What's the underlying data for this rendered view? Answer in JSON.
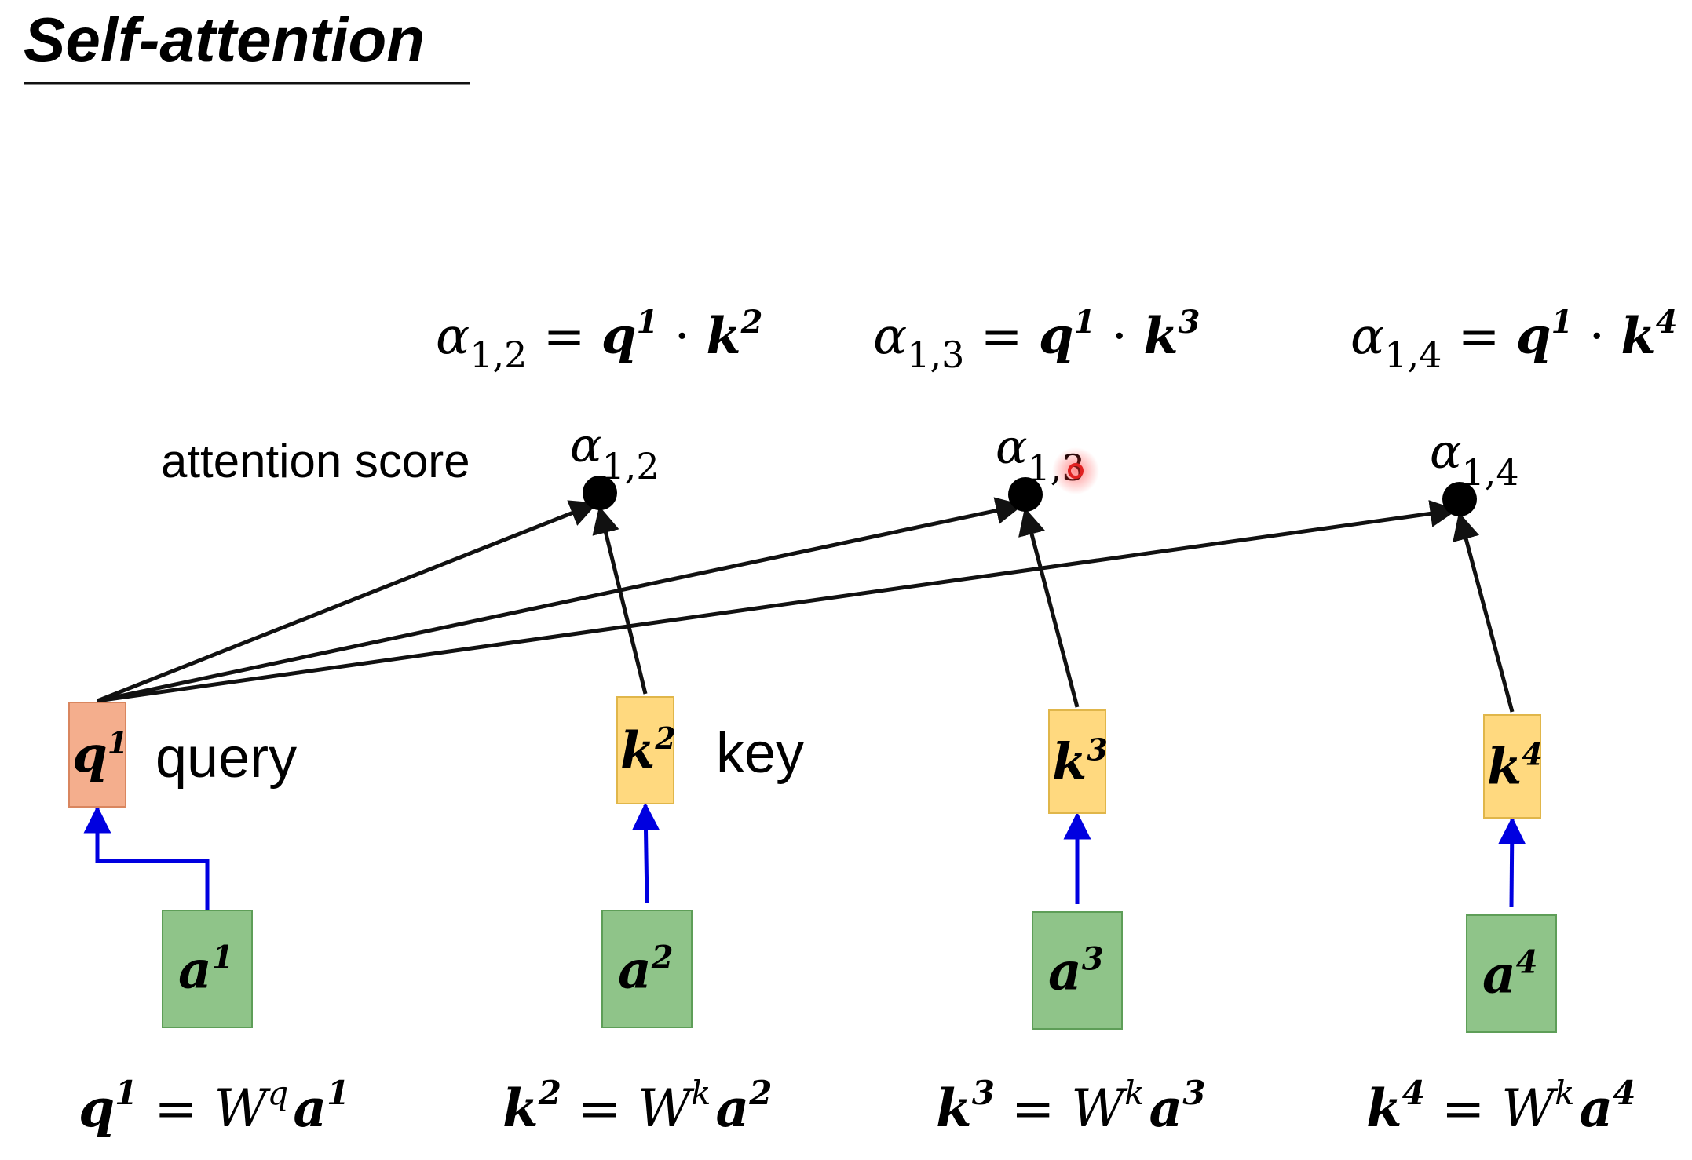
{
  "title": "Self-attention",
  "colors": {
    "query_fill": "#f4ae8d",
    "query_stroke": "#d9865f",
    "key_fill": "#ffd97f",
    "key_stroke": "#e0b64a",
    "input_fill": "#8fc489",
    "input_stroke": "#5e9e58",
    "blue_arrow": "#0000e0",
    "black_arrow": "#111111",
    "cursor": "#e02020"
  },
  "labels": {
    "attention_score": "attention score",
    "query": "query",
    "key": "key"
  },
  "symbols": {
    "alpha": "α",
    "q": "q",
    "k": "k",
    "a": "a",
    "W": "W",
    "dot": "·",
    "equals": "="
  },
  "columns": [
    {
      "role": "query",
      "vector": "q",
      "vec_sup": "1",
      "input": "a",
      "input_sup": "1",
      "formula": {
        "lhs": "q",
        "lhs_sup": "1",
        "w_sup": "q",
        "rhs": "a",
        "rhs_sup": "1"
      }
    },
    {
      "role": "key",
      "vector": "k",
      "vec_sup": "2",
      "input": "a",
      "input_sup": "2",
      "formula": {
        "lhs": "k",
        "lhs_sup": "2",
        "w_sup": "k",
        "rhs": "a",
        "rhs_sup": "2"
      },
      "score": {
        "sub": "1,2"
      },
      "equation": {
        "sub": "1,2",
        "q_sup": "1",
        "k_sup": "2"
      }
    },
    {
      "role": "key",
      "vector": "k",
      "vec_sup": "3",
      "input": "a",
      "input_sup": "3",
      "formula": {
        "lhs": "k",
        "lhs_sup": "3",
        "w_sup": "k",
        "rhs": "a",
        "rhs_sup": "3"
      },
      "score": {
        "sub": "1,3"
      },
      "equation": {
        "sub": "1,3",
        "q_sup": "1",
        "k_sup": "3"
      }
    },
    {
      "role": "key",
      "vector": "k",
      "vec_sup": "4",
      "input": "a",
      "input_sup": "4",
      "formula": {
        "lhs": "k",
        "lhs_sup": "4",
        "w_sup": "k",
        "rhs": "a",
        "rhs_sup": "4"
      },
      "score": {
        "sub": "1,4"
      },
      "equation": {
        "sub": "1,4",
        "q_sup": "1",
        "k_sup": "4"
      }
    }
  ]
}
